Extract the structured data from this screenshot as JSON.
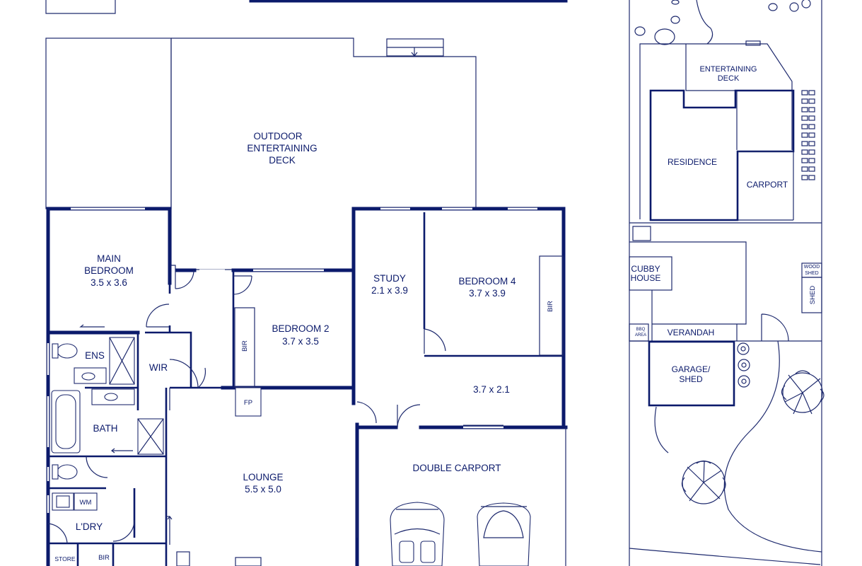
{
  "floor_plan": {
    "rooms": {
      "deck": [
        "OUTDOOR",
        "ENTERTAINING",
        "DECK"
      ],
      "main_bedroom": {
        "name": [
          "MAIN",
          "BEDROOM"
        ],
        "size": "3.5 x 3.6"
      },
      "study": {
        "name": "STUDY",
        "size": "2.1 x 3.9"
      },
      "bedroom4": {
        "name": "BEDROOM 4",
        "size": "3.7 x 3.9"
      },
      "bedroom2": {
        "name": "BEDROOM 2",
        "size": "3.7 x 3.5"
      },
      "extra_room": {
        "size": "3.7 x 2.1"
      },
      "ensuite": "ENS",
      "wir": "WIR",
      "bath": "BATH",
      "lounge": {
        "name": "LOUNGE",
        "size": "5.5 x 5.0"
      },
      "double_carport": "DOUBLE CARPORT",
      "laundry": "L'DRY",
      "wm": "WM",
      "store": "STORE",
      "bir": "BIR",
      "fp": "FP"
    }
  },
  "site_plan": {
    "entertaining_deck": [
      "ENTERTAINING",
      "DECK"
    ],
    "residence": "RESIDENCE",
    "carport": "CARPORT",
    "cubby_house": [
      "CUBBY",
      "HOUSE"
    ],
    "wood_shed": [
      "WOOD",
      "SHED"
    ],
    "shed": "SHED",
    "bbq_area": [
      "BBQ",
      "AREA"
    ],
    "verandah": "VERANDAH",
    "garage_shed": [
      "GARAGE/",
      "SHED"
    ]
  }
}
